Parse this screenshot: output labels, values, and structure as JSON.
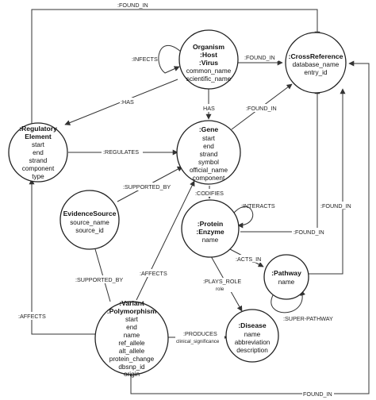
{
  "nodes": {
    "organism": {
      "title": [
        "Organism",
        ":Host",
        ":Virus"
      ],
      "props": [
        "common_name",
        "scientific_name"
      ]
    },
    "crossref": {
      "title": [
        ":CrossReference"
      ],
      "props": [
        "database_name",
        "entry_id"
      ]
    },
    "regulatory": {
      "title": [
        ":Regulatory",
        "Element"
      ],
      "props": [
        "start",
        "end",
        "strand",
        "component",
        "type"
      ]
    },
    "gene": {
      "title": [
        ":Gene"
      ],
      "props": [
        "start",
        "end",
        "strand",
        "symbol",
        "official_name",
        "component"
      ]
    },
    "evidence": {
      "title": [
        "EvidenceSource"
      ],
      "props": [
        "source_name",
        "source_id"
      ]
    },
    "protein": {
      "title": [
        ":Protein",
        ":Enzyme"
      ],
      "props": [
        "name"
      ]
    },
    "pathway": {
      "title": [
        ":Pathway"
      ],
      "props": [
        "name"
      ]
    },
    "variant": {
      "title": [
        ":Variant",
        ":Polymorphism"
      ],
      "props": [
        "start",
        "end",
        "ref_allele",
        "alt_allele",
        "protein_change",
        "dbsnp_id",
        "origin",
        "name"
      ]
    },
    "disease": {
      "title": [
        ":Disease"
      ],
      "props": [
        "name",
        "abbreviation",
        "description"
      ]
    }
  },
  "edges": {
    "found_in_top": ":FOUND_IN",
    "infects": ":INFECTS",
    "found_in_org": ":FOUND_IN",
    "has_reg": ":HAS",
    "has_gene": "HAS",
    "found_in_gene": ":FOUND_IN",
    "regulates": ":REGULATES",
    "supported_by_gene": ":SUPPORTED_BY",
    "codifies": ":CODIFIES",
    "interacts": ":INTERACTS",
    "found_in_right": ":FOUND_IN",
    "found_in_protein": ":FOUND_IN",
    "acts_in": ":ACTS_IN",
    "plays_role": ":PLAYS_ROLE",
    "plays_role_sub": "role",
    "supported_by_var": ":SUPPORTED_BY",
    "affects_gene": ":AFFECTS",
    "affects_reg": ":AFFECTS",
    "produces": ":PRODUCES",
    "produces_sub": "clinical_significance",
    "super_pathway": ":SUPER-PATHWAY",
    "found_in_bottom": "FOUND_IN"
  }
}
